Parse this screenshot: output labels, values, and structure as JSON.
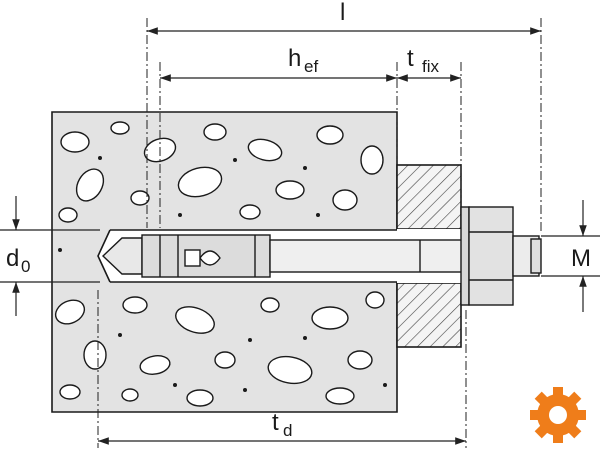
{
  "labels": {
    "l": "l",
    "h": "h",
    "h_sub": "ef",
    "t_fix": "t",
    "t_fix_sub": "fix",
    "d0": "d",
    "d0_sub": "0",
    "M": "M",
    "td": "t",
    "td_sub": "d"
  },
  "colors": {
    "concrete": "#e3e3e3",
    "outline": "#1a1a1a",
    "logo": "#ef7d1a"
  },
  "icons": {
    "logo": "gear-icon"
  }
}
